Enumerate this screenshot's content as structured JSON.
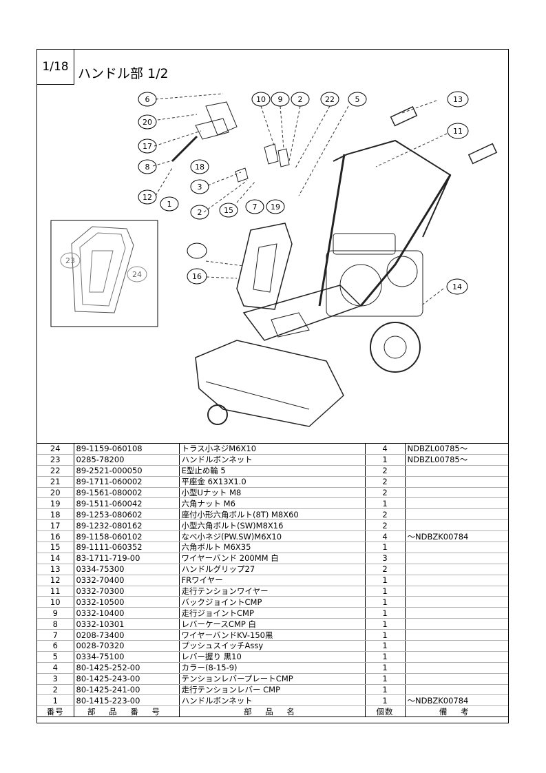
{
  "page_number": "1/18",
  "title": "ハンドル部  1/2",
  "callouts": [
    "6",
    "20",
    "17",
    "8",
    "12",
    "1",
    "18",
    "3",
    "2",
    "15",
    "7",
    "19",
    "10",
    "9",
    "2",
    "22",
    "5",
    "13",
    "11",
    "16",
    "14",
    "23",
    "24"
  ],
  "table": {
    "headers": {
      "no": "番号",
      "part_number": "部 品 番 号",
      "name": "部 品 名",
      "qty": "個数",
      "remarks": "備 考"
    },
    "rows": [
      {
        "no": "24",
        "part_number": "89-1159-060108",
        "name": "トラス小ネジM6X10",
        "qty": "4",
        "remarks": "NDBZL00785〜"
      },
      {
        "no": "23",
        "part_number": "0285-78200",
        "name": "ハンドルボンネット",
        "qty": "1",
        "remarks": "NDBZL00785〜"
      },
      {
        "no": "22",
        "part_number": "89-2521-000050",
        "name": "E型止め輪 5",
        "qty": "2",
        "remarks": ""
      },
      {
        "no": "21",
        "part_number": "89-1711-060002",
        "name": "平座金 6X13X1.0",
        "qty": "2",
        "remarks": ""
      },
      {
        "no": "20",
        "part_number": "89-1561-080002",
        "name": "小型Uナット M8",
        "qty": "2",
        "remarks": ""
      },
      {
        "no": "19",
        "part_number": "89-1511-060042",
        "name": "六角ナット M6",
        "qty": "1",
        "remarks": ""
      },
      {
        "no": "18",
        "part_number": "89-1253-080602",
        "name": "座付小形六角ボルト(8T) M8X60",
        "qty": "2",
        "remarks": ""
      },
      {
        "no": "17",
        "part_number": "89-1232-080162",
        "name": "小型六角ボルト(SW)M8X16",
        "qty": "2",
        "remarks": ""
      },
      {
        "no": "16",
        "part_number": "89-1158-060102",
        "name": "なべ小ネジ(PW.SW)M6X10",
        "qty": "4",
        "remarks": "〜NDBZK00784"
      },
      {
        "no": "15",
        "part_number": "89-1111-060352",
        "name": "六角ボルト M6X35",
        "qty": "1",
        "remarks": ""
      },
      {
        "no": "14",
        "part_number": "83-1711-719-00",
        "name": "ワイヤーバンド 200MM 白",
        "qty": "3",
        "remarks": ""
      },
      {
        "no": "13",
        "part_number": "0334-75300",
        "name": "ハンドルグリップ27",
        "qty": "2",
        "remarks": ""
      },
      {
        "no": "12",
        "part_number": "0332-70400",
        "name": "FRワイヤー",
        "qty": "1",
        "remarks": ""
      },
      {
        "no": "11",
        "part_number": "0332-70300",
        "name": "走行テンションワイヤー",
        "qty": "1",
        "remarks": ""
      },
      {
        "no": "10",
        "part_number": "0332-10500",
        "name": "バックジョイントCMP",
        "qty": "1",
        "remarks": ""
      },
      {
        "no": "9",
        "part_number": "0332-10400",
        "name": "走行ジョイントCMP",
        "qty": "1",
        "remarks": ""
      },
      {
        "no": "8",
        "part_number": "0332-10301",
        "name": "レバーケースCMP 白",
        "qty": "1",
        "remarks": ""
      },
      {
        "no": "7",
        "part_number": "0208-73400",
        "name": "ワイヤーバンドKV-150黒",
        "qty": "1",
        "remarks": ""
      },
      {
        "no": "6",
        "part_number": "0028-70320",
        "name": "プッシュスイッチAssy",
        "qty": "1",
        "remarks": ""
      },
      {
        "no": "5",
        "part_number": "0334-75100",
        "name": "レバー握り 黒10",
        "qty": "1",
        "remarks": ""
      },
      {
        "no": "4",
        "part_number": "80-1425-252-00",
        "name": "カラー(8-15-9)",
        "qty": "1",
        "remarks": ""
      },
      {
        "no": "3",
        "part_number": "80-1425-243-00",
        "name": "テンションレバープレートCMP",
        "qty": "1",
        "remarks": ""
      },
      {
        "no": "2",
        "part_number": "80-1425-241-00",
        "name": "走行テンションレバー CMP",
        "qty": "1",
        "remarks": ""
      },
      {
        "no": "1",
        "part_number": "80-1415-223-00",
        "name": "ハンドルボンネット",
        "qty": "1",
        "remarks": "〜NDBZK00784"
      }
    ]
  }
}
